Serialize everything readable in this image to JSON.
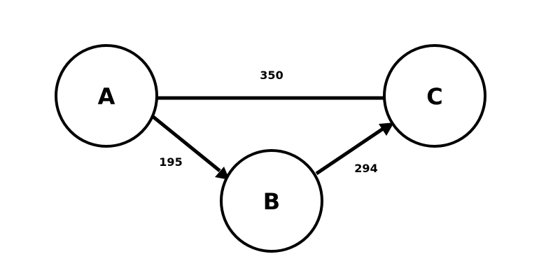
{
  "nodes": {
    "A": {
      "label": "A"
    },
    "B": {
      "label": "B"
    },
    "C": {
      "label": "C"
    }
  },
  "edges": [
    {
      "from": "A",
      "to": "C",
      "weight": "350",
      "directed": false
    },
    {
      "from": "A",
      "to": "B",
      "weight": "195",
      "directed": true
    },
    {
      "from": "B",
      "to": "C",
      "weight": "294",
      "directed": true
    }
  ],
  "colors": {
    "stroke": "#000000",
    "background": "#ffffff"
  }
}
